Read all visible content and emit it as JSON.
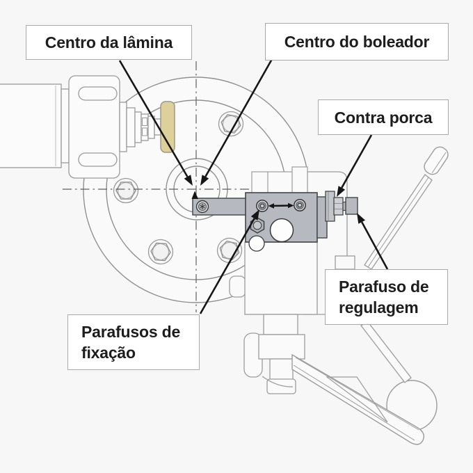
{
  "labels": {
    "blade_center": {
      "text": "Centro da lâmina"
    },
    "rounder_center": {
      "text": "Centro do boleador"
    },
    "lock_nut": {
      "text": "Contra porca"
    },
    "adjust_screw": {
      "line1": "Parafuso de",
      "line2": "regulagem"
    },
    "fixing_screws": {
      "line1": "Parafusos de",
      "line2": "fixação"
    }
  },
  "colors": {
    "background": "#f7f7f7",
    "part_white": "#fafafa",
    "line_gray": "#9a9a9a",
    "blade_yellow": "#ddd09b",
    "tool_gray": "#b6bac0",
    "dark_outline": "#454545",
    "leader_black": "#161616",
    "box_border": "#a9a9a9",
    "box_bg": "#ffffff",
    "text": "#1d1d1d"
  }
}
